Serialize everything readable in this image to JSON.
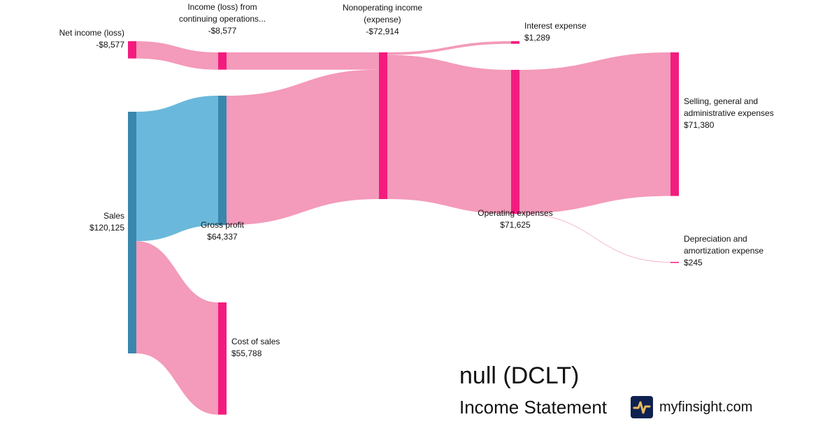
{
  "chart_data": {
    "type": "sankey",
    "title": "null (DCLT)",
    "subtitle": "Income Statement",
    "colors": {
      "node_pink": "#f31c7e",
      "node_blue": "#3a87ad",
      "link_pink": "#f49aba",
      "link_blue": "#6ab8dc"
    },
    "nodes": [
      {
        "id": "net_income",
        "name": "Net income (loss)",
        "value": -8577,
        "value_label": "-$8,577"
      },
      {
        "id": "income_ops",
        "name": "Income (loss) from",
        "name2": "continuing operations...",
        "value": -8577,
        "value_label": "-$8,577"
      },
      {
        "id": "sales",
        "name": "Sales",
        "value": 120125,
        "value_label": "$120,125"
      },
      {
        "id": "gross_profit",
        "name": "Gross profit",
        "value": 64337,
        "value_label": "$64,337"
      },
      {
        "id": "cost_of_sales",
        "name": "Cost of sales",
        "value": 55788,
        "value_label": "$55,788"
      },
      {
        "id": "nonop",
        "name": "Nonoperating income",
        "name2": "(expense)",
        "value": -72914,
        "value_label": "-$72,914"
      },
      {
        "id": "interest",
        "name": "Interest expense",
        "value": 1289,
        "value_label": "$1,289"
      },
      {
        "id": "opex",
        "name": "Operating expenses",
        "value": 71625,
        "value_label": "$71,625"
      },
      {
        "id": "sga",
        "name": "Selling, general and",
        "name2": "administrative expenses",
        "value": 71380,
        "value_label": "$71,380"
      },
      {
        "id": "da",
        "name": "Depreciation and",
        "name2": "amortization expense",
        "value": 245,
        "value_label": "$245"
      }
    ],
    "links": [
      {
        "source": "net_income",
        "target": "income_ops",
        "value": 8577,
        "color": "#f49aba"
      },
      {
        "source": "income_ops",
        "target": "nonop",
        "value": 8577,
        "color": "#f49aba"
      },
      {
        "source": "sales",
        "target": "gross_profit",
        "value": 64337,
        "color": "#6ab8dc"
      },
      {
        "source": "sales",
        "target": "cost_of_sales",
        "value": 55788,
        "color": "#f49aba"
      },
      {
        "source": "gross_profit",
        "target": "nonop",
        "value": 64337,
        "color": "#f49aba"
      },
      {
        "source": "nonop",
        "target": "interest",
        "value": 1289,
        "color": "#f49aba"
      },
      {
        "source": "nonop",
        "target": "opex",
        "value": 71625,
        "color": "#f49aba"
      },
      {
        "source": "opex",
        "target": "sga",
        "value": 71380,
        "color": "#f49aba"
      },
      {
        "source": "opex",
        "target": "da",
        "value": 245,
        "color": "#f49aba"
      }
    ]
  },
  "brand": {
    "site": "myfinsight.com"
  }
}
